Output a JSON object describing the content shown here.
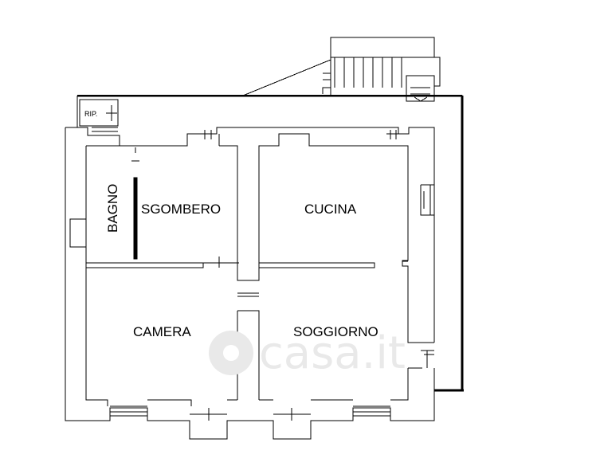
{
  "rooms": {
    "rip": "RIP.",
    "bagno": "BAGNO",
    "sgombero": "SGOMBERO",
    "cucina": "CUCINA",
    "camera": "CAMERA",
    "soggiorno": "SOGGIORNO"
  },
  "watermark": {
    "text": "casa.it",
    "icon": "casa-logo-icon"
  },
  "colors": {
    "wall": "#000000",
    "background": "#ffffff",
    "watermark": "#e9e9e9"
  }
}
